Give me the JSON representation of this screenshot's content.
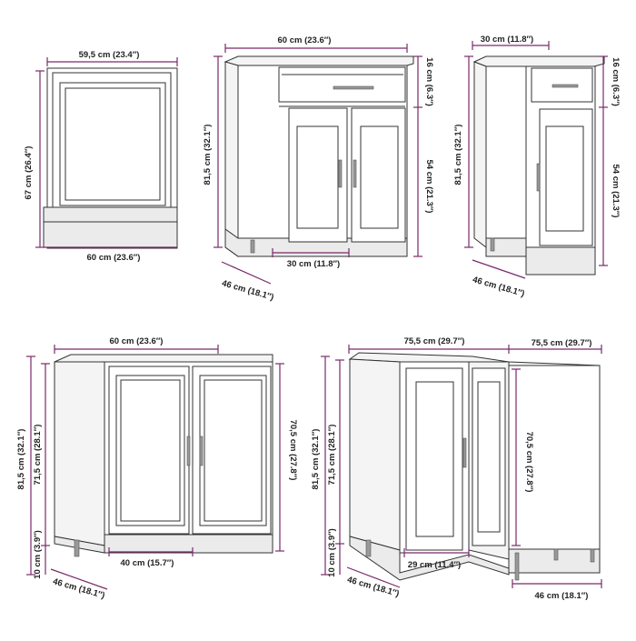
{
  "colors": {
    "dimension_line": "#7a2a6a",
    "outline": "#333333",
    "background": "#ffffff"
  },
  "cabinets": [
    {
      "name": "oven-panel",
      "dims": [
        "59,5 cm (23.4″)",
        "67 cm (26.4″)",
        "60 cm (23.6″)"
      ]
    },
    {
      "name": "drawer-base-60",
      "dims": [
        "60 cm (23.6″)",
        "16 cm (6.3″)",
        "54 cm (21.3″)",
        "81,5 cm (32.1″)",
        "30 cm (11.8″)",
        "46 cm (18.1″)"
      ]
    },
    {
      "name": "drawer-base-30",
      "dims": [
        "30 cm (11.8″)",
        "16 cm (6.3″)",
        "54 cm (21.3″)",
        "81,5 cm (32.1″)",
        "46 cm (18.1″)"
      ]
    },
    {
      "name": "sink-base-60",
      "dims": [
        "60 cm (23.6″)",
        "81,5 cm (32.1″)",
        "71,5 cm (28.1″)",
        "70,5 cm (27.8″)",
        "10 cm (3.9″)",
        "40 cm (15.7″)",
        "46 cm (18.1″)"
      ]
    },
    {
      "name": "corner-base",
      "dims": [
        "75,5 cm (29.7″)",
        "75,5 cm (29.7″)",
        "81,5 cm (32.1″)",
        "71,5 cm (28.1″)",
        "70,5 cm (27.8″)",
        "10 cm (3.9″)",
        "29 cm (11.4″)",
        "46 cm (18.1″)",
        "46 cm (18.1″)"
      ]
    }
  ]
}
